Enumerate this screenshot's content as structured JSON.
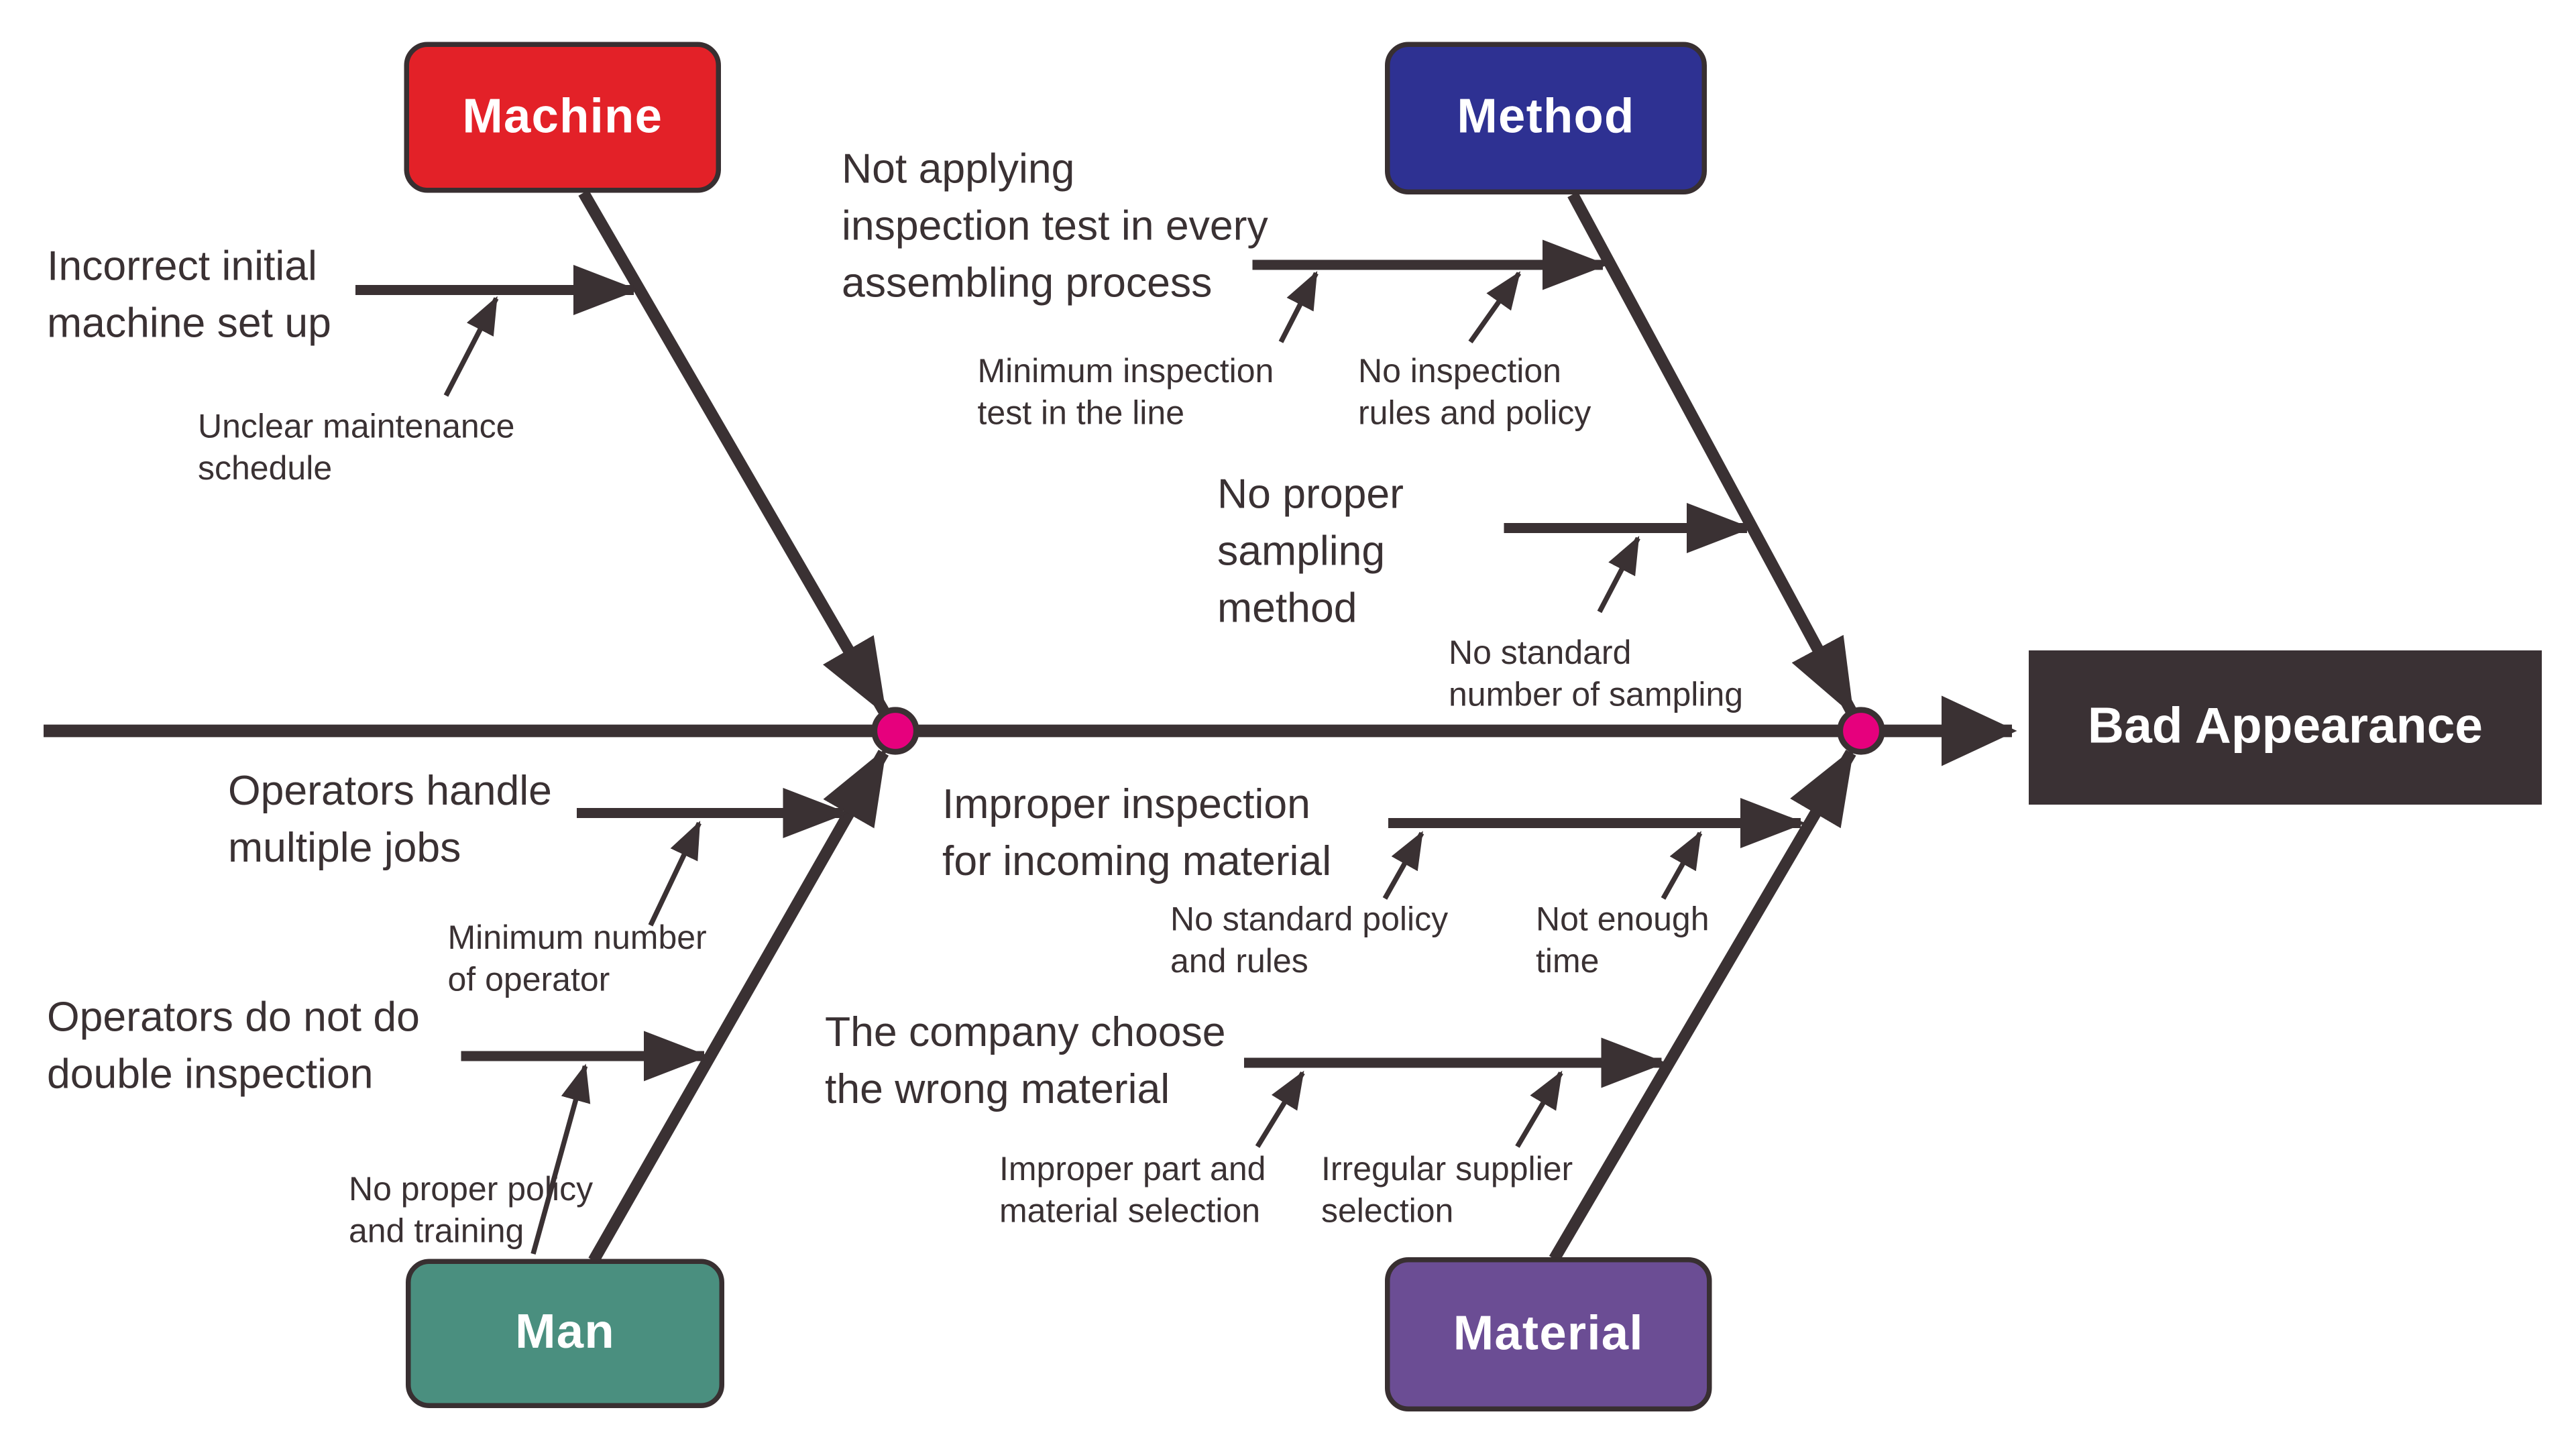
{
  "effect": {
    "label": "Bad Appearance"
  },
  "branches": {
    "machine": {
      "label": "Machine",
      "color": "#e32128",
      "causes": {
        "c1": "Incorrect initial\nmachine set up",
        "c1_sub1": "Unclear maintenance\nschedule"
      }
    },
    "method": {
      "label": "Method",
      "color": "#2e3192",
      "causes": {
        "c1": "Not applying\ninspection test in every\nassembling process",
        "c1_sub1": "Minimum inspection\ntest in the line",
        "c1_sub2": "No inspection\nrules and policy",
        "c2": "No proper\nsampling\nmethod",
        "c2_sub1": "No standard\nnumber of sampling"
      }
    },
    "man": {
      "label": "Man",
      "color": "#4a8f7f",
      "causes": {
        "c1": "Operators handle\nmultiple jobs",
        "c1_sub1": "Minimum number\nof operator",
        "c2": "Operators do not do\ndouble inspection",
        "c2_sub1": "No proper policy\nand training"
      }
    },
    "material": {
      "label": "Material",
      "color": "#6b4d94",
      "causes": {
        "c1": "Improper inspection\nfor incoming material",
        "c1_sub1": "No standard policy\nand rules",
        "c1_sub2": "Not enough\ntime",
        "c2": "The company choose\nthe wrong material",
        "c2_sub1": "Improper part and\nmaterial selection",
        "c2_sub2": "Irregular supplier\nselection"
      }
    }
  },
  "style_colors": {
    "line": "#3a3133",
    "junction_dot": "#e6007d",
    "effect_bg": "#3a3134",
    "text": "#3a3133"
  }
}
